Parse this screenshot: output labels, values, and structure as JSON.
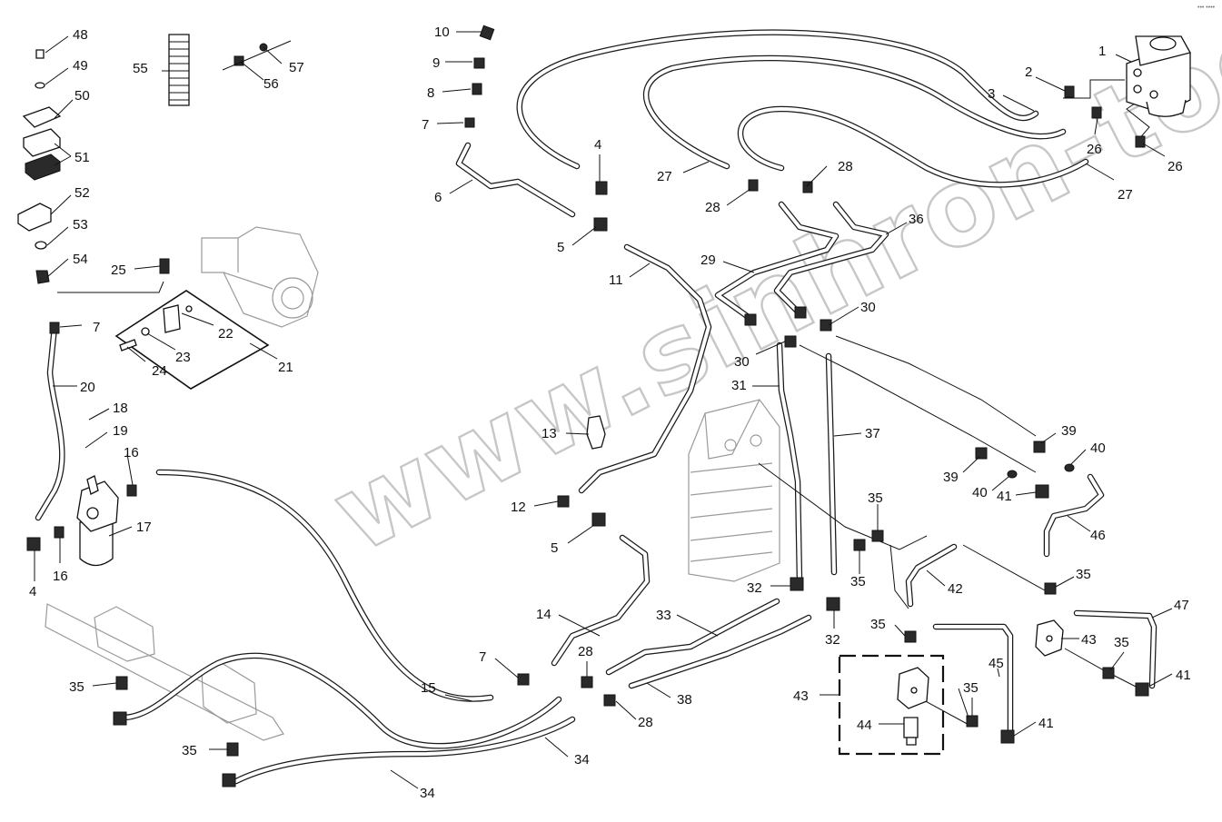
{
  "watermark": "www.sinhron-too.kz",
  "corner_mark": "••• ••••",
  "callouts": [
    {
      "id": "c48",
      "text": "48"
    },
    {
      "id": "c49",
      "text": "49"
    },
    {
      "id": "c50",
      "text": "50"
    },
    {
      "id": "c51",
      "text": "51"
    },
    {
      "id": "c52",
      "text": "52"
    },
    {
      "id": "c53",
      "text": "53"
    },
    {
      "id": "c54",
      "text": "54"
    },
    {
      "id": "c55",
      "text": "55"
    },
    {
      "id": "c56",
      "text": "56"
    },
    {
      "id": "c57",
      "text": "57"
    },
    {
      "id": "c10",
      "text": "10"
    },
    {
      "id": "c9",
      "text": "9"
    },
    {
      "id": "c8",
      "text": "8"
    },
    {
      "id": "c7a",
      "text": "7"
    },
    {
      "id": "c4a",
      "text": "4"
    },
    {
      "id": "c6",
      "text": "6"
    },
    {
      "id": "c5a",
      "text": "5"
    },
    {
      "id": "c11",
      "text": "11"
    },
    {
      "id": "c27a",
      "text": "27"
    },
    {
      "id": "c28a",
      "text": "28"
    },
    {
      "id": "c28b",
      "text": "28"
    },
    {
      "id": "c36",
      "text": "36"
    },
    {
      "id": "c29",
      "text": "29"
    },
    {
      "id": "c30a",
      "text": "30"
    },
    {
      "id": "c30b",
      "text": "30"
    },
    {
      "id": "c31",
      "text": "31"
    },
    {
      "id": "c1",
      "text": "1"
    },
    {
      "id": "c2",
      "text": "2"
    },
    {
      "id": "c3",
      "text": "3"
    },
    {
      "id": "c26a",
      "text": "26"
    },
    {
      "id": "c26b",
      "text": "26"
    },
    {
      "id": "c27b",
      "text": "27"
    },
    {
      "id": "c25",
      "text": "25"
    },
    {
      "id": "c7b",
      "text": "7"
    },
    {
      "id": "c22",
      "text": "22"
    },
    {
      "id": "c23",
      "text": "23"
    },
    {
      "id": "c24",
      "text": "24"
    },
    {
      "id": "c21",
      "text": "21"
    },
    {
      "id": "c20",
      "text": "20"
    },
    {
      "id": "c18",
      "text": "18"
    },
    {
      "id": "c19",
      "text": "19"
    },
    {
      "id": "c16a",
      "text": "16"
    },
    {
      "id": "c17",
      "text": "17"
    },
    {
      "id": "c16b",
      "text": "16"
    },
    {
      "id": "c4b",
      "text": "4"
    },
    {
      "id": "c13",
      "text": "13"
    },
    {
      "id": "c12",
      "text": "12"
    },
    {
      "id": "c5b",
      "text": "5"
    },
    {
      "id": "c37",
      "text": "37"
    },
    {
      "id": "c39a",
      "text": "39"
    },
    {
      "id": "c40a",
      "text": "40"
    },
    {
      "id": "c39b",
      "text": "39"
    },
    {
      "id": "c40b",
      "text": "40"
    },
    {
      "id": "c41a",
      "text": "41"
    },
    {
      "id": "c46",
      "text": "46"
    },
    {
      "id": "c35a",
      "text": "35"
    },
    {
      "id": "c35b",
      "text": "35"
    },
    {
      "id": "c42",
      "text": "42"
    },
    {
      "id": "c35c",
      "text": "35"
    },
    {
      "id": "c47",
      "text": "47"
    },
    {
      "id": "c14",
      "text": "14"
    },
    {
      "id": "c33",
      "text": "33"
    },
    {
      "id": "c32a",
      "text": "32"
    },
    {
      "id": "c32b",
      "text": "32"
    },
    {
      "id": "c35d",
      "text": "35"
    },
    {
      "id": "c43a",
      "text": "43"
    },
    {
      "id": "c45",
      "text": "45"
    },
    {
      "id": "c35e",
      "text": "35"
    },
    {
      "id": "c41b",
      "text": "41"
    },
    {
      "id": "c7c",
      "text": "7"
    },
    {
      "id": "c28c",
      "text": "28"
    },
    {
      "id": "c15",
      "text": "15"
    },
    {
      "id": "c38",
      "text": "38"
    },
    {
      "id": "c28d",
      "text": "28"
    },
    {
      "id": "c43b",
      "text": "43"
    },
    {
      "id": "c44",
      "text": "44"
    },
    {
      "id": "c35f",
      "text": "35"
    },
    {
      "id": "c41c",
      "text": "41"
    },
    {
      "id": "c35g",
      "text": "35"
    },
    {
      "id": "c34a",
      "text": "34"
    },
    {
      "id": "c35h",
      "text": "35"
    },
    {
      "id": "c34b",
      "text": "34"
    }
  ]
}
